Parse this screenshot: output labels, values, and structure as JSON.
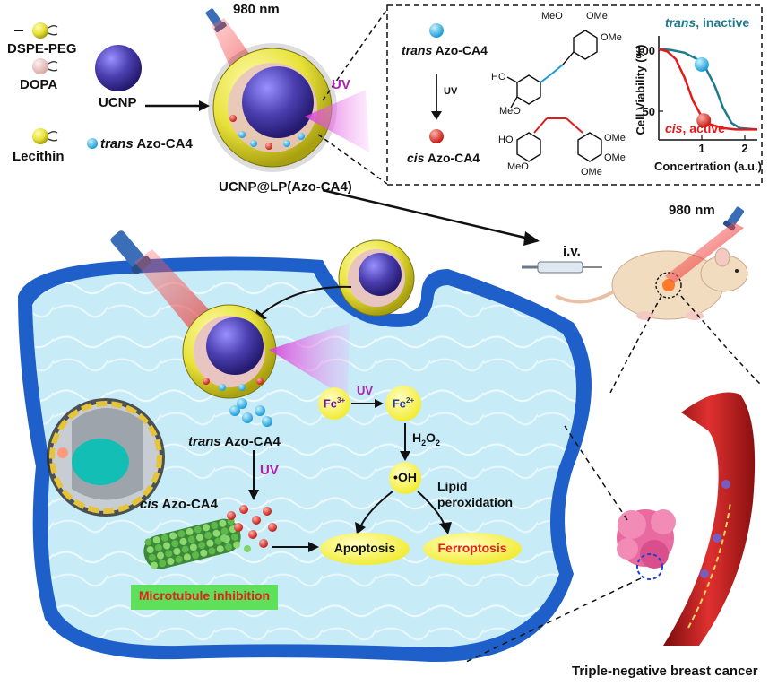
{
  "colors": {
    "yellow": "#e8e23a",
    "ucnp": "#4b3fb0",
    "uv_magenta": "#d63ad6",
    "laser_red": "#e04a4a",
    "cell_blue": "#1f5fc9",
    "cytoplasm": "#bfe6f2",
    "trans_blue": "#1d7a8c",
    "cis_red": "#e01b1b",
    "green_box": "#5ee05a",
    "ferroptosis_red": "#e0231b"
  },
  "legend": {
    "dspe_peg": "DSPE-PEG",
    "dopa": "DOPA",
    "lecithin": "Lecithin",
    "ucnp": "UCNP",
    "trans_prefix": "trans",
    "azo": "Azo-CA4"
  },
  "top": {
    "laser_label": "980 nm",
    "uv_label": "UV",
    "nanoparticle_label": "UCNP@LP(Azo-CA4)"
  },
  "inset": {
    "trans_prefix": "trans",
    "trans_name": "Azo-CA4",
    "uv_label": "UV",
    "cis_prefix": "cis",
    "cis_name": "Azo-CA4",
    "trans_struct": {
      "ome1": "MeO",
      "ome2": "OMe",
      "ome3": "OMe",
      "ho": "HO",
      "meo": "MeO"
    },
    "cis_struct": {
      "ho": "HO",
      "meo": "MeO",
      "ome1": "OMe",
      "ome2": "OMe",
      "ome3": "OMe"
    }
  },
  "chart_data": {
    "type": "line",
    "ylabel": "Cell Viability (%)",
    "xlabel": "Concertration (a.u.)",
    "x_ticks": [
      "1",
      "2"
    ],
    "y_ticks": [
      "50",
      "100"
    ],
    "xlim": [
      0,
      2.3
    ],
    "ylim": [
      30,
      110
    ],
    "series": [
      {
        "name": "trans, inactive",
        "label_prefix": "trans",
        "label_suffix": ", inactive",
        "color": "#1d7a8c",
        "x": [
          0,
          0.3,
          0.6,
          0.9,
          1.1,
          1.3,
          1.5,
          1.7,
          1.9,
          2.3
        ],
        "y": [
          100,
          99,
          97,
          92,
          85,
          72,
          55,
          43,
          39,
          38
        ]
      },
      {
        "name": "cis, active",
        "label_prefix": "cis",
        "label_suffix": ", active",
        "color": "#e01b1b",
        "x": [
          0,
          0.2,
          0.4,
          0.6,
          0.8,
          1.0,
          1.2,
          1.5,
          1.8,
          2.3
        ],
        "y": [
          100,
          98,
          92,
          78,
          60,
          48,
          42,
          39,
          38,
          38
        ]
      }
    ],
    "markers": [
      {
        "series": "trans, inactive",
        "x": 1.0,
        "y": 88
      },
      {
        "series": "cis, active",
        "x": 1.05,
        "y": 45
      }
    ]
  },
  "mouse": {
    "route": "i.v.",
    "laser_label": "980 nm"
  },
  "cell": {
    "trans_prefix": "trans",
    "trans_name": "Azo-CA4",
    "uv_label": "UV",
    "cis_prefix": "cis",
    "cis_name": "Azo-CA4",
    "microtubule_label": "Microtubule inhibition",
    "fe3_base": "Fe",
    "fe3_sup": "3+",
    "fe2_base": "Fe",
    "fe2_sup": "2+",
    "uv2_label": "UV",
    "h2o2_base": "H",
    "h2o2_sub1": "2",
    "h2o2_mid": "O",
    "h2o2_sub2": "2",
    "oh_label": "•OH",
    "lipid_label_1": "Lipid",
    "lipid_label_2": "peroxidation",
    "apoptosis_label": "Apoptosis",
    "ferroptosis_label": "Ferroptosis"
  },
  "tumor": {
    "label": "Triple-negative breast cancer"
  }
}
